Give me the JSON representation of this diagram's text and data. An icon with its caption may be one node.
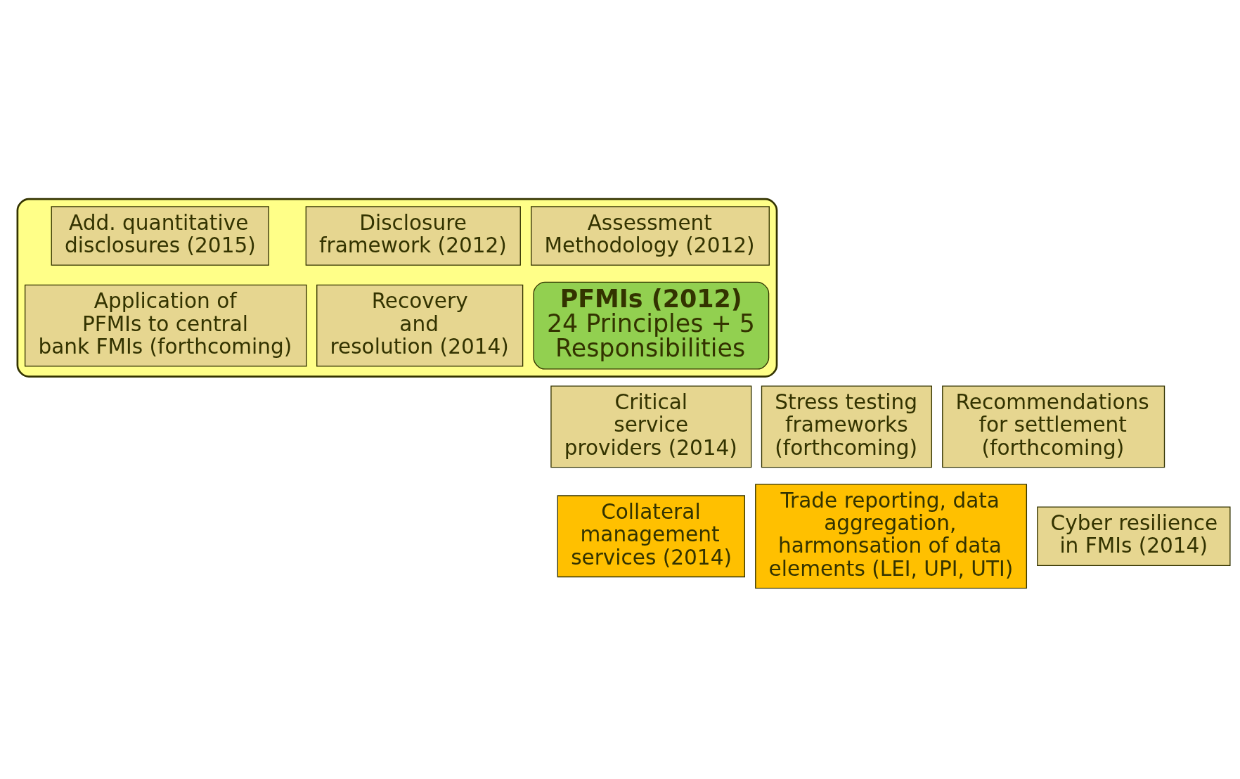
{
  "diagram": {
    "nodes": [
      {
        "text": [],
        "shape": "box"
      },
      {
        "text": [
          "Assessment Methodology (2012)"
        ],
        "in": 0
      },
      {
        "text": [
          "Disclosure framework (2012)"
        ],
        "in": 0
      },
      {
        "text": [
          "Add. quantitative disclosures (2015)"
        ],
        "in": 0
      },
      {
        "text": [
          "Recovery and resolution (2014)"
        ],
        "in": 0
      },
      {
        "text": [
          "PFMIs (2012)",
          "24 Principles + 5 Responsibilities"
        ],
        "in": 0
      },
      {
        "text": [
          "Application of PFMIs to central bank FMIs (forthcoming)"
        ],
        "in": 0
      },
      {
        "text": [
          "Stress testing frameworks (forthcoming)"
        ]
      },
      {
        "text": [
          "Critical service providers (2014)"
        ]
      },
      {
        "text": [
          "Recommendations for settlement (forthcoming)"
        ]
      },
      {
        "text": [
          "Trade reporting, data aggregation, harmonsation of data elements (LEI, UPI, UTI)"
        ]
      },
      {
        "text": [
          "Collateral management services (2014)"
        ]
      },
      {
        "text": [
          "Cyber resilience in FMIs (2014)"
        ]
      }
    ]
  }
}
